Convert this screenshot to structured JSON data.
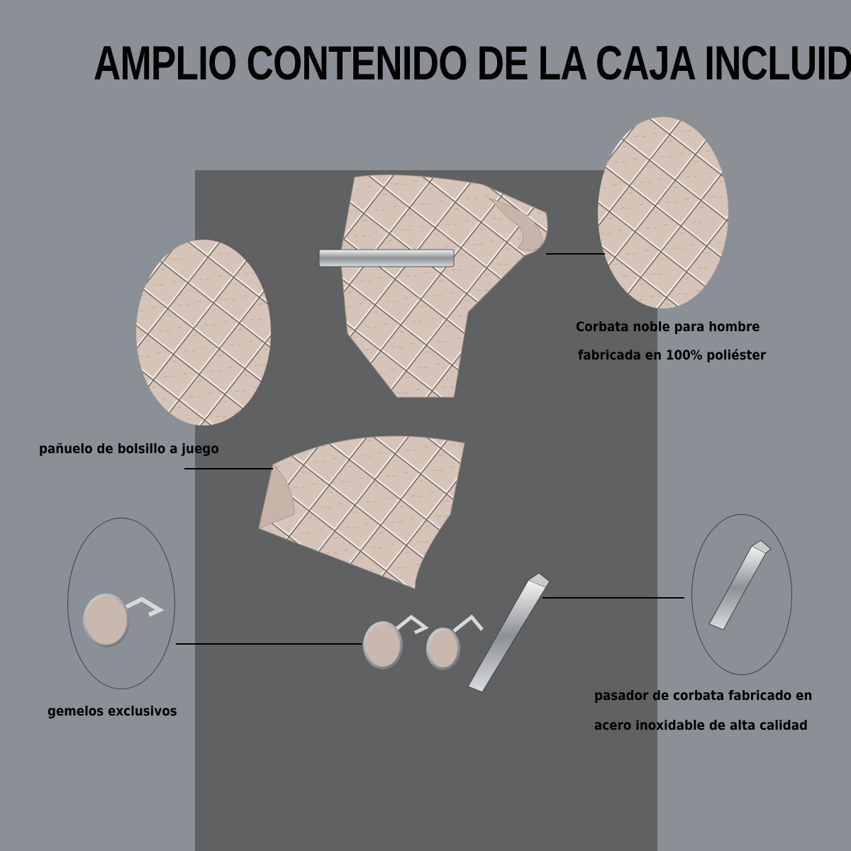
{
  "title": "AMPLIO CONTENIDO DE LA CAJA INCLUIDO",
  "labels": {
    "tie_line1": "Corbata noble para hombre",
    "tie_line2": "fabricada en 100% poliéster",
    "pocket_square": "pañuelo de bolsillo a juego",
    "cufflinks": "gemelos exclusivos",
    "tie_clip_line1": "pasador de corbata fabricado en",
    "tie_clip_line2": "acero inoxidable de alta calidad"
  },
  "colors": {
    "background": "#8b9096",
    "panel": "#5f6163",
    "fabric": "#d8c6bb",
    "metal": "#b9bcbf"
  }
}
